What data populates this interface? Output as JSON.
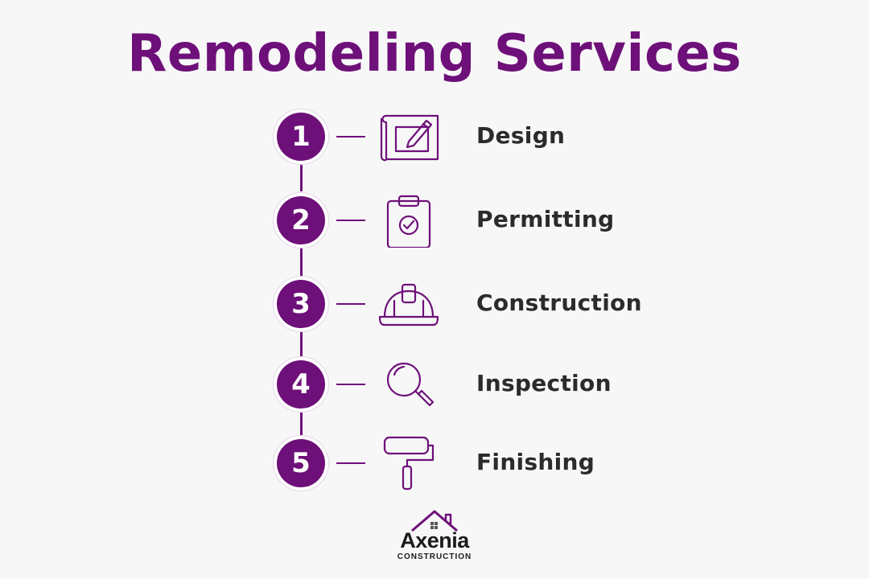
{
  "title": "Remodeling Services",
  "colors": {
    "accent": "#6e1079",
    "text": "#2b2b2b",
    "background": "#f7f7f8"
  },
  "steps": [
    {
      "number": "1",
      "label": "Design",
      "icon": "blueprint-pencil-icon"
    },
    {
      "number": "2",
      "label": "Permitting",
      "icon": "clipboard-check-icon"
    },
    {
      "number": "3",
      "label": "Construction",
      "icon": "hard-hat-icon"
    },
    {
      "number": "4",
      "label": "Inspection",
      "icon": "magnifying-glass-icon"
    },
    {
      "number": "5",
      "label": "Finishing",
      "icon": "paint-roller-icon"
    }
  ],
  "brand": {
    "name": "Axenia",
    "subtitle": "CONSTRUCTION",
    "logo_icon": "house-roof-icon"
  }
}
